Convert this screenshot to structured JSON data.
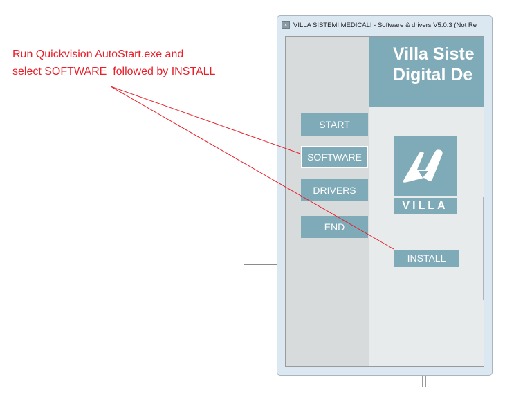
{
  "instruction": "Run Quickvision AutoStart.exe and\nselect SOFTWARE  followed by INSTALL",
  "window": {
    "title": "VILLA SISTEMI MEDICALI - Software & drivers V5.0.3 (Not Re",
    "header_line1": "Villa Siste",
    "header_line2": "Digital De",
    "menu": [
      "START",
      "SOFTWARE",
      "DRIVERS",
      "END"
    ],
    "selected": "SOFTWARE",
    "logo_text": "VILLA",
    "install_label": "INSTALL"
  },
  "colors": {
    "accent": "#7faab8",
    "annotation": "#e8202a"
  }
}
